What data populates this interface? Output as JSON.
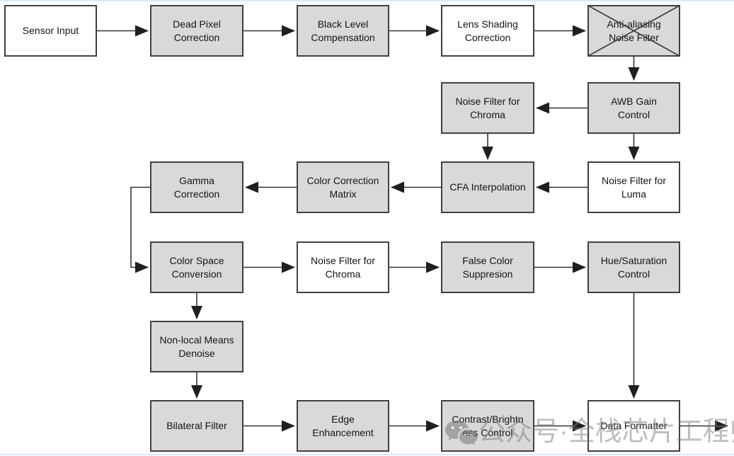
{
  "diagram": {
    "nodes": [
      {
        "id": "sensor-input",
        "label": "Sensor Input",
        "fill": "white"
      },
      {
        "id": "dead-pixel-correction",
        "label": "Dead Pixel Correction",
        "fill": "gray"
      },
      {
        "id": "black-level-compensation",
        "label": "Black Level Compensation",
        "fill": "gray"
      },
      {
        "id": "lens-shading-correction",
        "label": "Lens Shading Correction",
        "fill": "white"
      },
      {
        "id": "anti-aliasing-noise-filter",
        "label": "Anti-aliasing Noise Filter",
        "fill": "gray",
        "crossed_out": true
      },
      {
        "id": "noise-filter-for-chroma-1",
        "label": "Noise Filter for Chroma",
        "fill": "gray"
      },
      {
        "id": "awb-gain-control",
        "label": "AWB Gain Control",
        "fill": "gray"
      },
      {
        "id": "gamma-correction",
        "label": "Gamma Correction",
        "fill": "gray"
      },
      {
        "id": "color-correction-matrix",
        "label": "Color Correction Matrix",
        "fill": "gray"
      },
      {
        "id": "cfa-interpolation",
        "label": "CFA Interpolation",
        "fill": "gray"
      },
      {
        "id": "noise-filter-for-luma",
        "label": "Noise Filter for Luma",
        "fill": "white"
      },
      {
        "id": "color-space-conversion",
        "label": "Color Space Conversion",
        "fill": "gray"
      },
      {
        "id": "noise-filter-for-chroma-2",
        "label": "Noise Filter for Chroma",
        "fill": "white"
      },
      {
        "id": "false-color-suppresion",
        "label": "False Color Suppresion",
        "fill": "gray"
      },
      {
        "id": "hue-saturation-control",
        "label": "Hue/Saturation Control",
        "fill": "gray"
      },
      {
        "id": "non-local-means-denoise",
        "label": "Non-local Means Denoise",
        "fill": "gray"
      },
      {
        "id": "bilateral-filter",
        "label": "Bilateral Filter",
        "fill": "gray"
      },
      {
        "id": "edge-enhancement",
        "label": "Edge Enhancement",
        "fill": "gray"
      },
      {
        "id": "contrast-brightness-control",
        "label": "Contrast/Brightness Control",
        "fill": "gray"
      },
      {
        "id": "data-formatter",
        "label": "Data Formatter",
        "fill": "white"
      }
    ],
    "edges": [
      {
        "from": "sensor-input",
        "to": "dead-pixel-correction"
      },
      {
        "from": "dead-pixel-correction",
        "to": "black-level-compensation"
      },
      {
        "from": "black-level-compensation",
        "to": "lens-shading-correction"
      },
      {
        "from": "lens-shading-correction",
        "to": "anti-aliasing-noise-filter"
      },
      {
        "from": "anti-aliasing-noise-filter",
        "to": "awb-gain-control"
      },
      {
        "from": "awb-gain-control",
        "to": "noise-filter-for-chroma-1"
      },
      {
        "from": "noise-filter-for-chroma-1",
        "to": "cfa-interpolation"
      },
      {
        "from": "awb-gain-control",
        "to": "noise-filter-for-luma"
      },
      {
        "from": "noise-filter-for-luma",
        "to": "cfa-interpolation"
      },
      {
        "from": "cfa-interpolation",
        "to": "color-correction-matrix"
      },
      {
        "from": "color-correction-matrix",
        "to": "gamma-correction"
      },
      {
        "from": "gamma-correction",
        "to": "color-space-conversion"
      },
      {
        "from": "color-space-conversion",
        "to": "noise-filter-for-chroma-2"
      },
      {
        "from": "noise-filter-for-chroma-2",
        "to": "false-color-suppresion"
      },
      {
        "from": "false-color-suppresion",
        "to": "hue-saturation-control"
      },
      {
        "from": "hue-saturation-control",
        "to": "data-formatter"
      },
      {
        "from": "color-space-conversion",
        "to": "non-local-means-denoise"
      },
      {
        "from": "non-local-means-denoise",
        "to": "bilateral-filter"
      },
      {
        "from": "bilateral-filter",
        "to": "edge-enhancement"
      },
      {
        "from": "edge-enhancement",
        "to": "contrast-brightness-control"
      },
      {
        "from": "contrast-brightness-control",
        "to": "data-formatter"
      },
      {
        "from": "data-formatter",
        "to": "output"
      }
    ],
    "colors": {
      "node_fill_gray": "#d9d9d9",
      "node_fill_white": "#ffffff",
      "node_border": "#404040",
      "arrow": "#1f1f1f",
      "watermark_text": "#7d7d7d",
      "page_edge_line": "#dde8f4"
    }
  },
  "watermark": {
    "icon": "wechat-icon",
    "text": "公众号·全栈芯片工程师"
  }
}
